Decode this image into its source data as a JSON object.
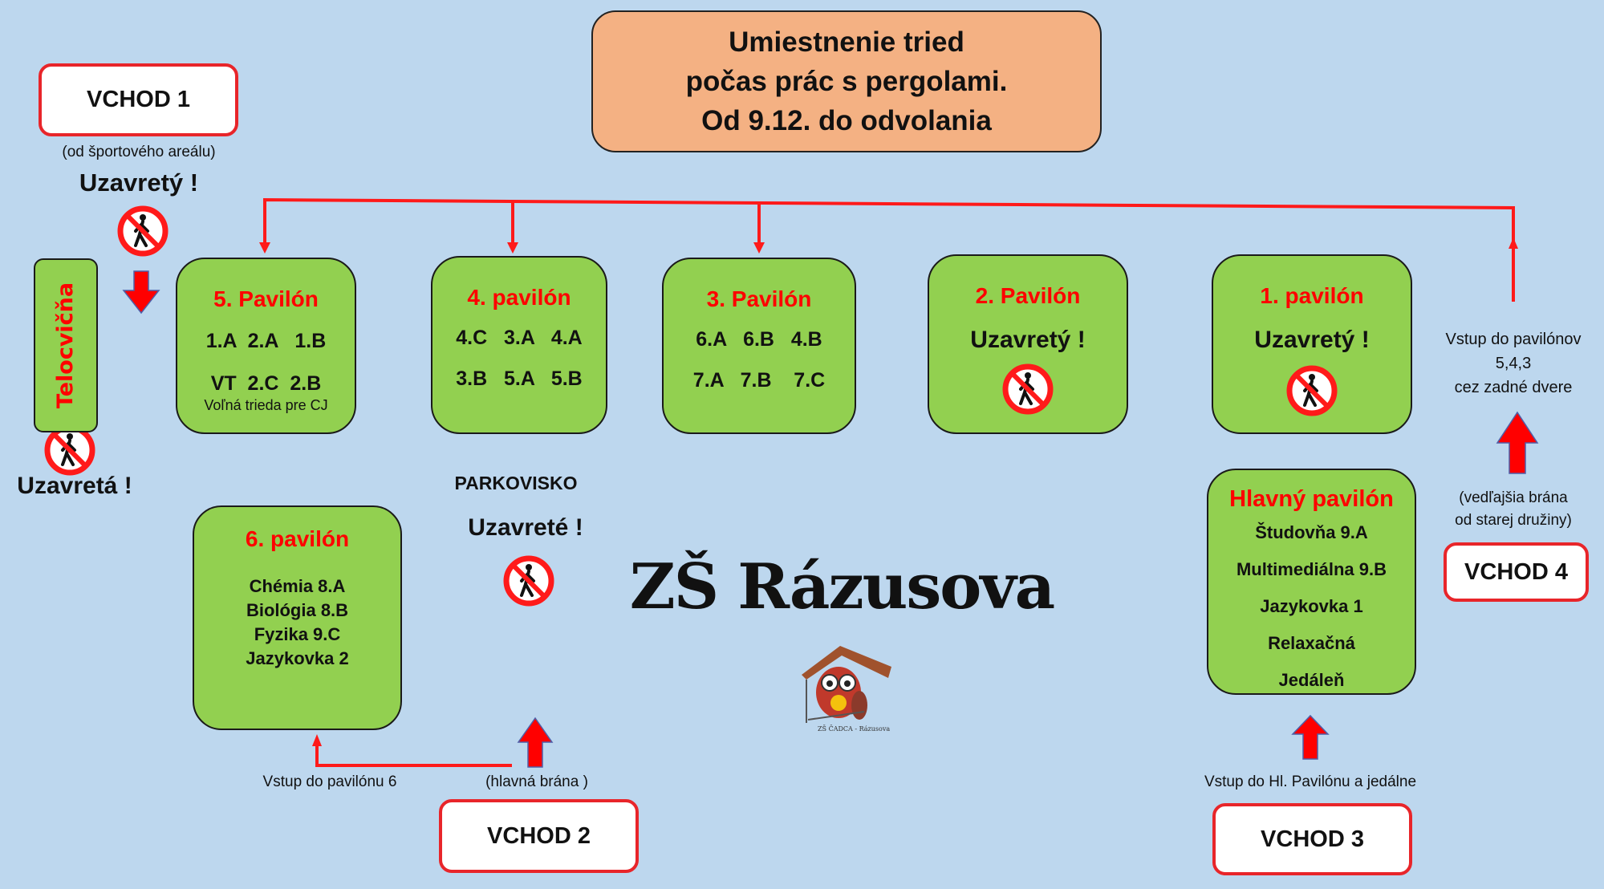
{
  "title": {
    "lines": [
      "Umiestnenie tried",
      "počas prác s pergolami.",
      "Od 9.12. do odvolania"
    ]
  },
  "colors": {
    "background": "#bdd7ee",
    "pavilion": "#92d050",
    "title_box": "#f4b183",
    "accent_red": "#ff0000"
  },
  "entrances": {
    "vchod1": {
      "label": "VCHOD 1",
      "note": "(od športového areálu)",
      "status": "Uzavretý !"
    },
    "vchod2": {
      "label": "VCHOD 2",
      "note": "(hlavná brána )",
      "side_note": "Vstup do pavilónu 6"
    },
    "vchod3": {
      "label": "VCHOD 3",
      "note": "Vstup do Hl. Pavilónu a jedálne"
    },
    "vchod4": {
      "label": "VCHOD 4",
      "note_lines": [
        "(vedľajšia brána",
        "od starej družiny)"
      ],
      "entry_lines": [
        "Vstup do pavilónov",
        "5,4,3",
        "cez zadné dvere"
      ]
    }
  },
  "gym": {
    "label": "Telocvičňa",
    "status": "Uzavretá !"
  },
  "parking": {
    "label": "PARKOVISKO",
    "status": "Uzavreté !"
  },
  "pavilions": {
    "p5": {
      "title": "5. Pavilón",
      "rows": [
        "1.A  2.A   1.B",
        "VT  2.C  2.B"
      ],
      "note": "Voľná trieda pre CJ"
    },
    "p4": {
      "title": "4. pavilón",
      "rows": [
        "4.C   3.A   4.A",
        "3.B   5.A   5.B"
      ]
    },
    "p3": {
      "title": "3. Pavilón",
      "rows": [
        "6.A   6.B   4.B",
        "7.A   7.B    7.C"
      ]
    },
    "p2": {
      "title": "2. Pavilón",
      "status": "Uzavretý !"
    },
    "p1": {
      "title": "1. pavilón",
      "status": "Uzavretý !"
    },
    "p6": {
      "title": "6. pavilón",
      "rows": [
        "Chémia 8.A",
        "Biológia 8.B",
        "Fyzika 9.C",
        "Jazykovka 2"
      ]
    },
    "main": {
      "title": "Hlavný pavilón",
      "rows": [
        "Študovňa 9.A",
        "Multimediálna 9.B",
        "Jazykovka 1",
        "Relaxačná",
        "Jedáleň"
      ]
    }
  },
  "school": {
    "name": "ZŠ Rázusova",
    "logo_text": "ZŠ ČADCA - Rázusova"
  }
}
